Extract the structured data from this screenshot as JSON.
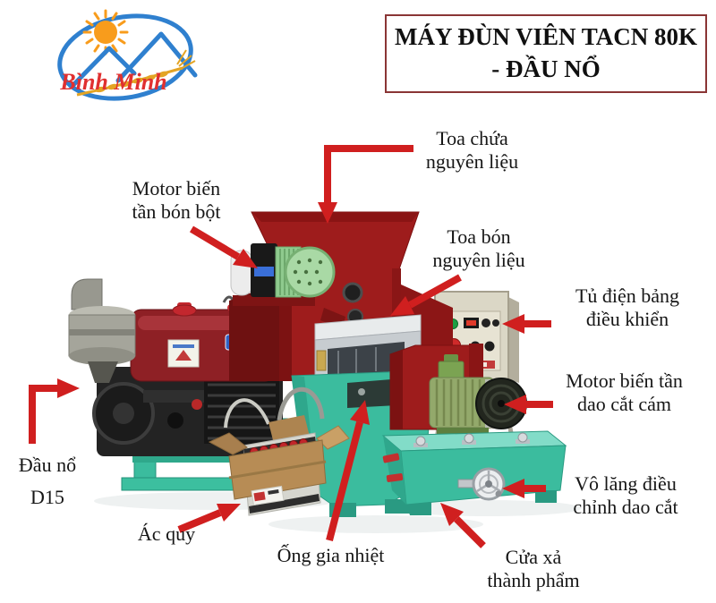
{
  "brand": {
    "name": "Bình Minh"
  },
  "title": {
    "line1": "MÁY ĐÙN VIÊN TACN 80K",
    "line2": "- ĐẦU NỔ"
  },
  "callouts": {
    "toa_chua": {
      "line1": "Toa chứa",
      "line2": "nguyên liệu"
    },
    "motor_bon_bot": {
      "line1": "Motor biến",
      "line2": "tần bón bột"
    },
    "toa_bon": {
      "line1": "Toa bón",
      "line2": "nguyên liệu"
    },
    "tu_dien": {
      "line1": "Tủ điện bảng",
      "line2": "điều khiển"
    },
    "motor_dao_cat": {
      "line1": "Motor biến tần",
      "line2": "dao cắt cám"
    },
    "dau_no": {
      "line1": "Đầu nổ",
      "line2": "D15"
    },
    "ac_quy": {
      "line1": "Ác quy"
    },
    "ong_gia_nhiet": {
      "line1": "Ống gia nhiệt"
    },
    "vo_lang": {
      "line1": "Vô lăng điều",
      "line2": "chỉnh dao cắt"
    },
    "cua_xa": {
      "line1": "Cửa xả",
      "line2": "thành phẩm"
    }
  },
  "colors": {
    "arrow_red": "#d01f1f",
    "machine_red": "#9e1c1c",
    "machine_teal": "#3bbc9e",
    "engine_red": "#8e2025",
    "panel_beige": "#dbd7c6",
    "title_border": "#8a3535",
    "brand_blue": "#2f80cf",
    "brand_red": "#e03030",
    "sun_orange": "#f89c1c",
    "wheat_gold": "#e3a424",
    "label_text": "#161616"
  }
}
